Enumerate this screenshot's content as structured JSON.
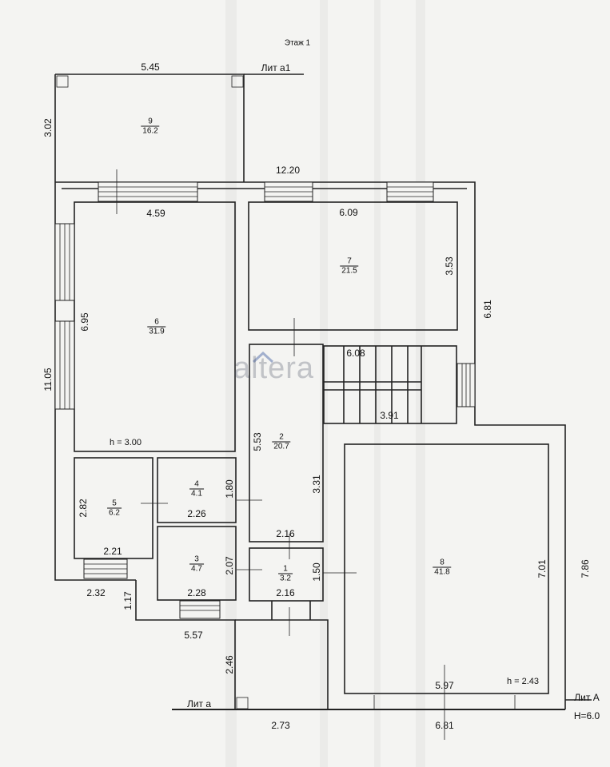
{
  "plan": {
    "floor_title": "Этаж 1",
    "lit_a1": "Лит а1",
    "lit_a_small": "Лит а",
    "lit_A": "Лит А",
    "height_mark": "H=6.0"
  },
  "watermark": "altera",
  "rooms": [
    {
      "key": "r9",
      "number": "9",
      "area": "16.2"
    },
    {
      "key": "r7",
      "number": "7",
      "area": "21.5"
    },
    {
      "key": "r6",
      "number": "6",
      "area": "31.9"
    },
    {
      "key": "r2",
      "number": "2",
      "area": "20.7"
    },
    {
      "key": "r4",
      "number": "4",
      "area": "4.1"
    },
    {
      "key": "r5",
      "number": "5",
      "area": "6.2"
    },
    {
      "key": "r3",
      "number": "3",
      "area": "4.7"
    },
    {
      "key": "r1",
      "number": "1",
      "area": "3.2"
    },
    {
      "key": "r8",
      "number": "8",
      "area": "41.8"
    }
  ],
  "heights": {
    "h6": "h = 3.00",
    "h8": "h = 2.43"
  },
  "dims": {
    "d_5_45": "5.45",
    "d_3_02": "3.02",
    "d_12_20": "12.20",
    "d_4_59": "4.59",
    "d_6_09": "6.09",
    "d_3_53": "3.53",
    "d_6_81a": "6.81",
    "d_6_95": "6.95",
    "d_11_05": "11.05",
    "d_6_08": "6.08",
    "d_3_91": "3.91",
    "d_5_53": "5.53",
    "d_3_31": "3.31",
    "d_1_80": "1.80",
    "d_2_82": "2.82",
    "d_2_26": "2.26",
    "d_2_21": "2.21",
    "d_2_16a": "2.16",
    "d_2_07": "2.07",
    "d_1_50": "1.50",
    "d_2_16b": "2.16",
    "d_2_28": "2.28",
    "d_2_32": "2.32",
    "d_1_17": "1.17",
    "d_5_57": "5.57",
    "d_2_46": "2.46",
    "d_7_01": "7.01",
    "d_7_86": "7.86",
    "d_5_97": "5.97",
    "d_2_73": "2.73",
    "d_6_81b": "6.81"
  }
}
